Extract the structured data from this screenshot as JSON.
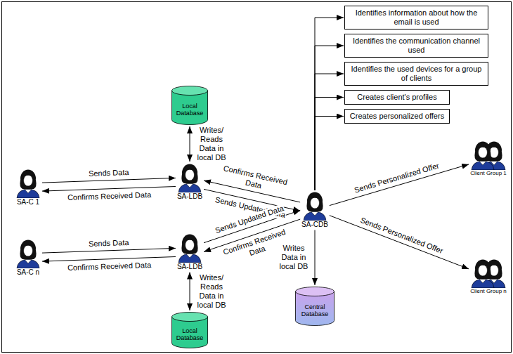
{
  "diagram": {
    "nodes": [
      {
        "text": [
          "Identifies information about how the email is used"
        ]
      },
      {
        "text": [
          "Identifies the communication channel used"
        ]
      },
      {
        "text": [
          "Identifies the used devices for a group of clients"
        ]
      },
      {
        "text": [
          "Creates client's profiles"
        ]
      },
      {
        "text": [
          "Creates personalized offers"
        ]
      },
      {
        "text": [
          "Local Database"
        ]
      },
      {
        "text": [
          "SA-C 1"
        ]
      },
      {
        "text": [
          "SA-LDB"
        ]
      },
      {
        "text": [
          "SA-CDB"
        ]
      },
      {
        "text": [
          "Client Group 1"
        ]
      },
      {
        "text": [
          "SA-C n"
        ]
      },
      {
        "text": [
          "SA-LDB"
        ]
      },
      {
        "text": [
          "Client Group n"
        ]
      },
      {
        "text": [
          "Central Database"
        ]
      },
      {
        "text": [
          "Local Database"
        ]
      }
    ],
    "edges": [
      {
        "from": 6,
        "to": 7,
        "label": "Sends Data",
        "arrow": "to"
      },
      {
        "from": 7,
        "to": 6,
        "label": "Confirms Received Data",
        "arrow": "to"
      },
      {
        "from": 7,
        "to": 5,
        "label": "Writes/ Reads Data in local DB",
        "arrow": "both"
      },
      {
        "from": 8,
        "to": 7,
        "label": "Confirms Received Data",
        "arrow": "to"
      },
      {
        "from": 7,
        "to": 8,
        "label": "Sends Updated Data",
        "arrow": "to"
      },
      {
        "from": 10,
        "to": 11,
        "label": "Sends Data",
        "arrow": "to"
      },
      {
        "from": 11,
        "to": 10,
        "label": "Confirms Received Data",
        "arrow": "to"
      },
      {
        "from": 11,
        "to": 14,
        "label": "Writes/ Reads Data in local DB",
        "arrow": "both"
      },
      {
        "from": 11,
        "to": 8,
        "label": "Sends Updated Data",
        "arrow": "to"
      },
      {
        "from": 8,
        "to": 11,
        "label": "Confirms Received Data",
        "arrow": "to"
      },
      {
        "from": 8,
        "to": 13,
        "label": "Writes Data in local DB",
        "arrow": "to"
      },
      {
        "from": 8,
        "to": 9,
        "label": "Sends Personalized Offer",
        "arrow": "to"
      },
      {
        "from": 8,
        "to": 12,
        "label": "Sends Personalized Offer",
        "arrow": "to"
      },
      {
        "from": 8,
        "to": 0,
        "arrow": "to"
      },
      {
        "from": 8,
        "to": 1,
        "arrow": "to"
      },
      {
        "from": 8,
        "to": 2,
        "arrow": "to"
      },
      {
        "from": 8,
        "to": 3,
        "arrow": "to"
      },
      {
        "from": 8,
        "to": 4,
        "arrow": "to"
      }
    ]
  }
}
